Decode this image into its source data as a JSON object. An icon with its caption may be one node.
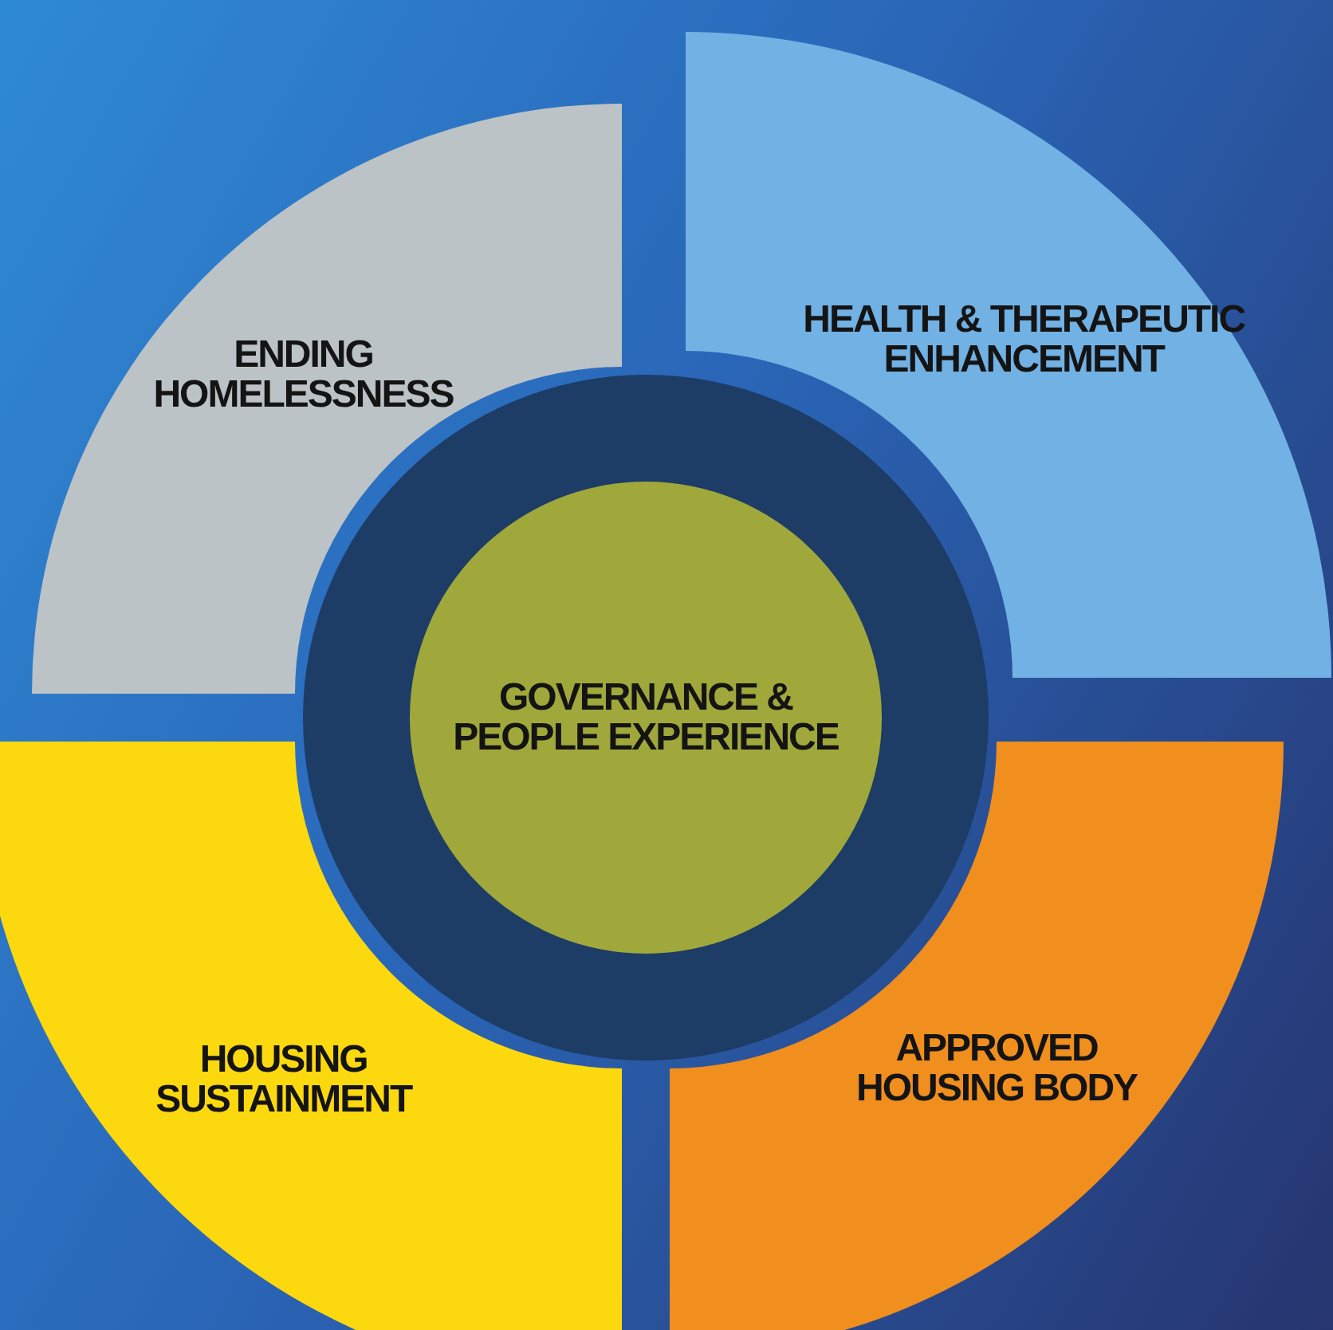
{
  "diagram": {
    "nodes": [
      {
        "text": [
          "HEALTH & THERAPEUTIC ENHANCEMENT"
        ]
      },
      {
        "text": [
          "ENDING HOMELESSNESS"
        ]
      },
      {
        "text": [
          "GOVERNANCE & PEOPLE EXPERIENCE"
        ]
      },
      {
        "text": [
          "APPROVED HOUSING BODY"
        ]
      },
      {
        "text": [
          "HOUSING SUSTAINMENT"
        ]
      }
    ],
    "edges": []
  }
}
